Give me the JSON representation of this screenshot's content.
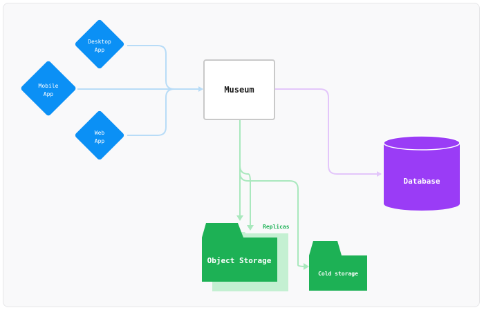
{
  "clients": [
    {
      "line1": "Desktop",
      "line2": "App"
    },
    {
      "line1": "Mobile",
      "line2": "App"
    },
    {
      "line1": "Web",
      "line2": "App"
    }
  ],
  "server": {
    "label": "Museum"
  },
  "database": {
    "label": "Database"
  },
  "object_storage": {
    "label": "Object Storage"
  },
  "cold_storage": {
    "label": "Cold storage"
  },
  "replicas": {
    "label": "Replicas"
  },
  "colors": {
    "client": "#0b90f5",
    "client_edge": "#b8dcf7",
    "server_border": "#c9c9c9",
    "database": "#9a3cf6",
    "database_top": "#b87af8",
    "database_edge": "#e3c6fa",
    "storage": "#1db155",
    "storage_light": "#c4f0d2",
    "storage_edge": "#a9e8bd"
  }
}
